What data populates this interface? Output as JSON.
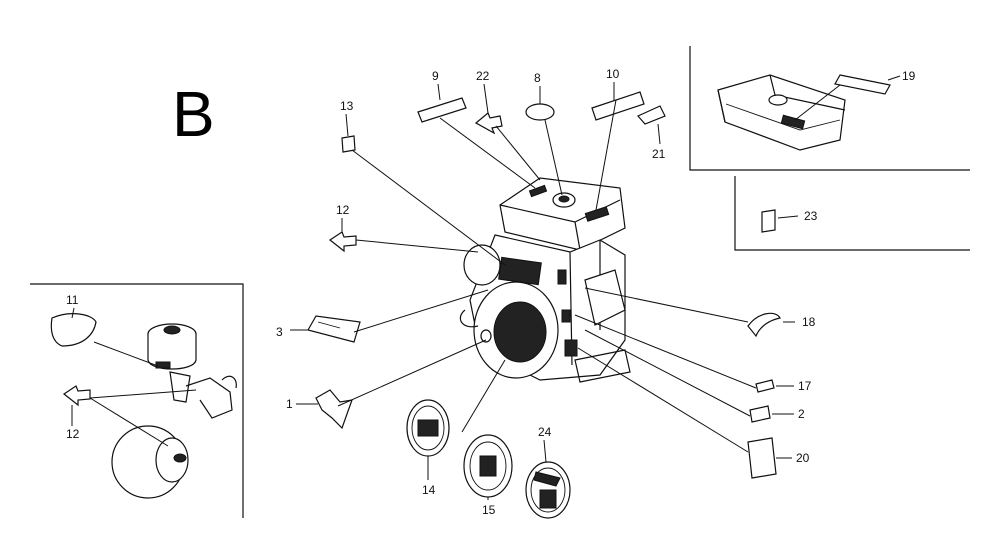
{
  "section_letter": "B",
  "callouts": {
    "c1": "1",
    "c2": "2",
    "c3": "3",
    "c8": "8",
    "c9": "9",
    "c10": "10",
    "c11": "11",
    "c12a": "12",
    "c12b": "12",
    "c13": "13",
    "c14": "14",
    "c15": "15",
    "c17": "17",
    "c18": "18",
    "c19": "19",
    "c20": "20",
    "c21": "21",
    "c22": "22",
    "c23": "23",
    "c24": "24"
  },
  "colors": {
    "ink": "#111111",
    "paper": "#ffffff"
  }
}
